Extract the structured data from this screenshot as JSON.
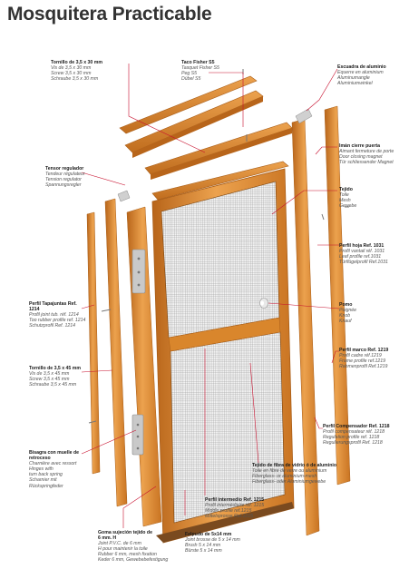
{
  "title": "Mosquitera Practicable",
  "colors": {
    "frame": "#d9862c",
    "frame_dark": "#b8651a",
    "frame_light": "#eca24e",
    "mesh": "#9a9a9a",
    "leader": "#c8102e",
    "metal": "#c9c9c9"
  },
  "labels": [
    {
      "id": "tornillo-30",
      "heading": "Tornillo de 3,5 x 30 mm",
      "lines": [
        "Vis de 3,5 x 30 mm",
        "Screw 3,5 x 30 mm",
        "Schraube 3,5 x 30 mm"
      ]
    },
    {
      "id": "taco-fisher",
      "heading": "Taco Fisher S5",
      "lines": [
        "Tasquet Fisher S5",
        "Peg S5",
        "Dübel S5"
      ]
    },
    {
      "id": "escuadra",
      "heading": "Escuadra de aluminio",
      "lines": [
        "Equerre en aluminium",
        "Aluminumangle",
        "Aluminiumwinkel"
      ]
    },
    {
      "id": "iman",
      "heading": "Imán cierre puerta",
      "lines": [
        "Aimant fermeture de porte",
        "Door closing magnet",
        "Tür schliessender Magnet"
      ]
    },
    {
      "id": "tensor",
      "heading": "Tensor regulador",
      "lines": [
        "Tendeur régulateur",
        "Tension regulator",
        "Spannungsregler"
      ]
    },
    {
      "id": "tejido",
      "heading": "Tejido",
      "lines": [
        "Toile",
        "Mesh",
        "Gewebe"
      ]
    },
    {
      "id": "perfil-hoja",
      "heading": "Perfil hoja Ref. 1031",
      "lines": [
        "Profil vantail réf. 1031",
        "Leaf profile ref.1031",
        "Türflügelprofil Ref.1031"
      ]
    },
    {
      "id": "perfil-tapajuntas",
      "heading": "Perfil Tapajuntas Ref. 1214",
      "lines": [
        "Profil joint tub. réf. 1214",
        "Too rubber profile ref. 1214",
        "Schutzprofil Ref. 1214"
      ]
    },
    {
      "id": "pomo",
      "heading": "Pomo",
      "lines": [
        "Poignée",
        "Knob",
        "Knauf"
      ]
    },
    {
      "id": "perfil-marco",
      "heading": "Perfil marco Ref. 1219",
      "lines": [
        "Profil cadre réf.1219",
        "Frame profile ref.1219",
        "Rahmenprofil Ref.1219"
      ]
    },
    {
      "id": "tornillo-45",
      "heading": "Tornillo de 3,5 x 45 mm",
      "lines": [
        "Vis de 3,5 x 45 mm",
        "Screw 3,5 x 45 mm",
        "Schraube 3,5 x 45 mm"
      ]
    },
    {
      "id": "perfil-compensador",
      "heading": "Perfil Compensador Ref. 1218",
      "lines": [
        "Profil compensateur réf. 1218",
        "Regulation profile ref. 1218",
        "Regulierungsprofil Ref. 1218"
      ]
    },
    {
      "id": "bisagra",
      "heading": "Bisagra con muelle de retroceso",
      "lines": [
        "Charnière avec ressort",
        "Hinges with",
        "turn back spring",
        "Scharnier mit",
        "Rückspringfeder"
      ]
    },
    {
      "id": "tejido-fibra",
      "heading": "Tejido de fibra de vidrio ó de aluminio",
      "lines": [
        "Toile en fibre de verre ou aluminium",
        "Fiberglass- or aluminium-mesh",
        "Fiberglass- oder Aluminiumgewebe"
      ]
    },
    {
      "id": "perfil-intermedio",
      "heading": "Perfil intermedio Ref. 1215",
      "lines": [
        "Profil intermédiaire réf. 1215",
        "Middle profile ref.1215",
        "Mittelsprosse Ref.1215"
      ]
    },
    {
      "id": "felpudo",
      "heading": "Felpudo de 5x14 mm",
      "lines": [
        "Joint brosse de 5 x 14 mm",
        "Brush 5 x 14 mm",
        "Bürste 5 x 14 mm"
      ]
    },
    {
      "id": "goma",
      "heading": "Goma sujeción tejido de 6 mm. H",
      "lines": [
        "Joint P.V.C. de 6 mm",
        "H pour maintenir la toile",
        "Rubber 6 mm, mesh fixation",
        "Keder 6 mm, Gewebebefestigung"
      ]
    }
  ]
}
